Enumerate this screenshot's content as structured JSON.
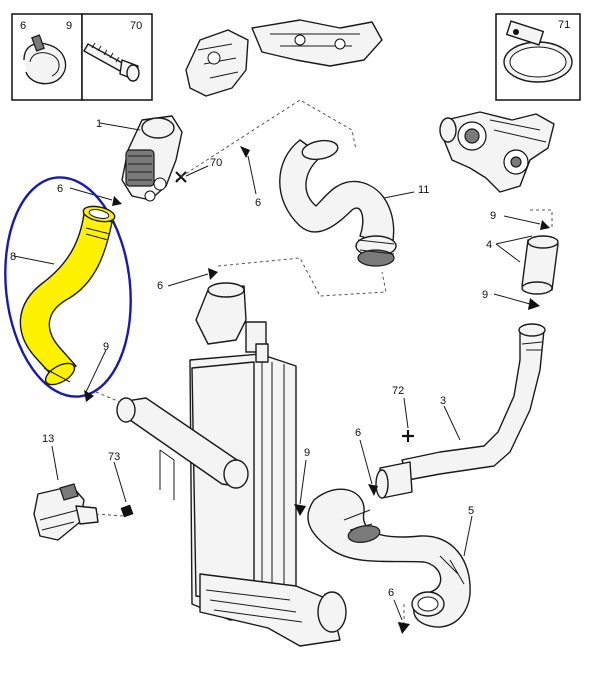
{
  "highlight": {
    "fill_color": "#fff200",
    "ellipse_color": "#1a1aa8"
  },
  "labels": {
    "inset_clip_a": "6",
    "inset_clip_b": "9",
    "inset_bolt": "70",
    "inset_clamp": "71",
    "throttle_body": "1",
    "bolt_70": "70",
    "pointer_6_a": "6",
    "pointer_6_b": "6",
    "hose_11": "11",
    "hose_8": "8",
    "pointer_9_a": "9",
    "pointer_6_c": "6",
    "clamp_9_top": "9",
    "filter_4": "4",
    "clamp_9_bottom": "9",
    "sensor_13": "13",
    "item_73": "73",
    "item_72": "72",
    "pipe_3": "3",
    "pointer_6_d": "6",
    "pointer_9_b": "9",
    "hose_5": "5",
    "pointer_6_e": "6"
  }
}
